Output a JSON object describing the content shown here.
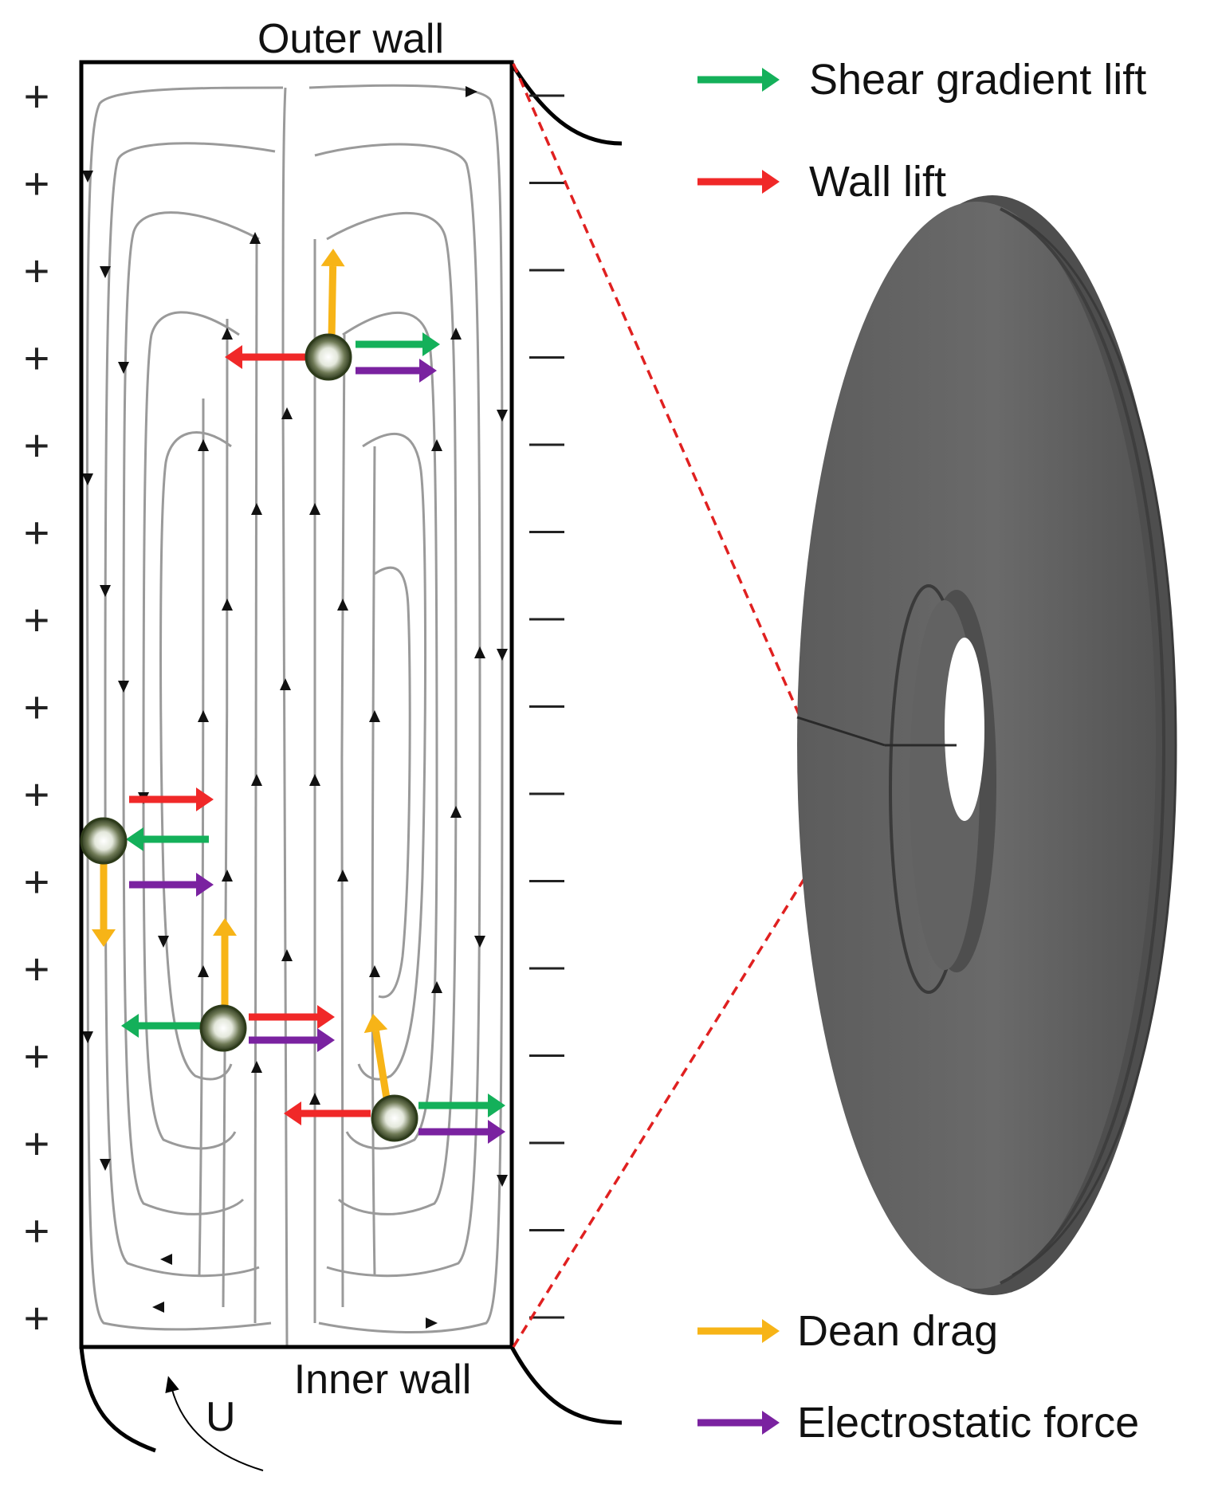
{
  "labels": {
    "outer_wall": "Outer wall",
    "inner_wall": "Inner wall",
    "velocity": "U"
  },
  "legend": [
    {
      "key": "shear",
      "label": "Shear gradient lift",
      "color": "#14b05a"
    },
    {
      "key": "wall",
      "label": "Wall lift",
      "color": "#f02828"
    },
    {
      "key": "dean",
      "label": "Dean drag",
      "color": "#f7b417"
    },
    {
      "key": "electro",
      "label": "Electrostatic force",
      "color": "#7a22a0"
    }
  ],
  "left_sign": "+",
  "right_sign": "—",
  "sign_count": 15
}
